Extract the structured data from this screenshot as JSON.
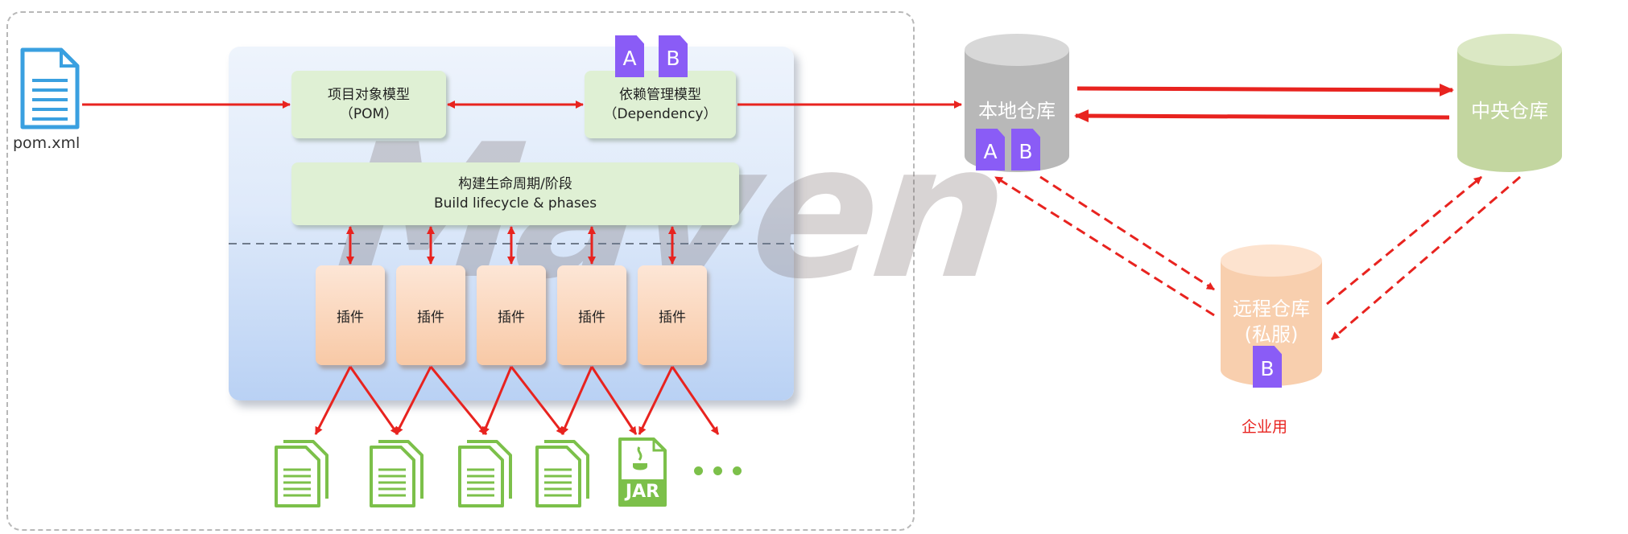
{
  "files": {
    "pom_label": "pom.xml",
    "jar_label": "JAR"
  },
  "maven": {
    "watermark": "Maven",
    "pom_box": {
      "line1": "项目对象模型",
      "line2": "（POM）"
    },
    "dependency_box": {
      "line1": "依赖管理模型",
      "line2": "（Dependency）"
    },
    "lifecycle_box": {
      "line1": "构建生命周期/阶段",
      "line2": "Build lifecycle & phases"
    },
    "plugins": [
      "插件",
      "插件",
      "插件",
      "插件",
      "插件"
    ],
    "dependency_tabs": [
      "A",
      "B"
    ]
  },
  "repositories": {
    "local": {
      "label": "本地仓库",
      "tabs": [
        "A",
        "B"
      ]
    },
    "central": {
      "label": "中央仓库"
    },
    "remote": {
      "line1": "远程仓库",
      "line2": "(私服)",
      "tabs": [
        "B"
      ]
    },
    "enterprise_label": "企业用"
  },
  "colors": {
    "arrow": "#e8231f",
    "tab": "#8a5cf6",
    "file_icon_blue": "#3aa0e0",
    "file_icon_green": "#7cc04a",
    "local_repo": "#b8b8b8",
    "central_repo": "#c3d6a0",
    "remote_repo": "#f8cfae"
  }
}
